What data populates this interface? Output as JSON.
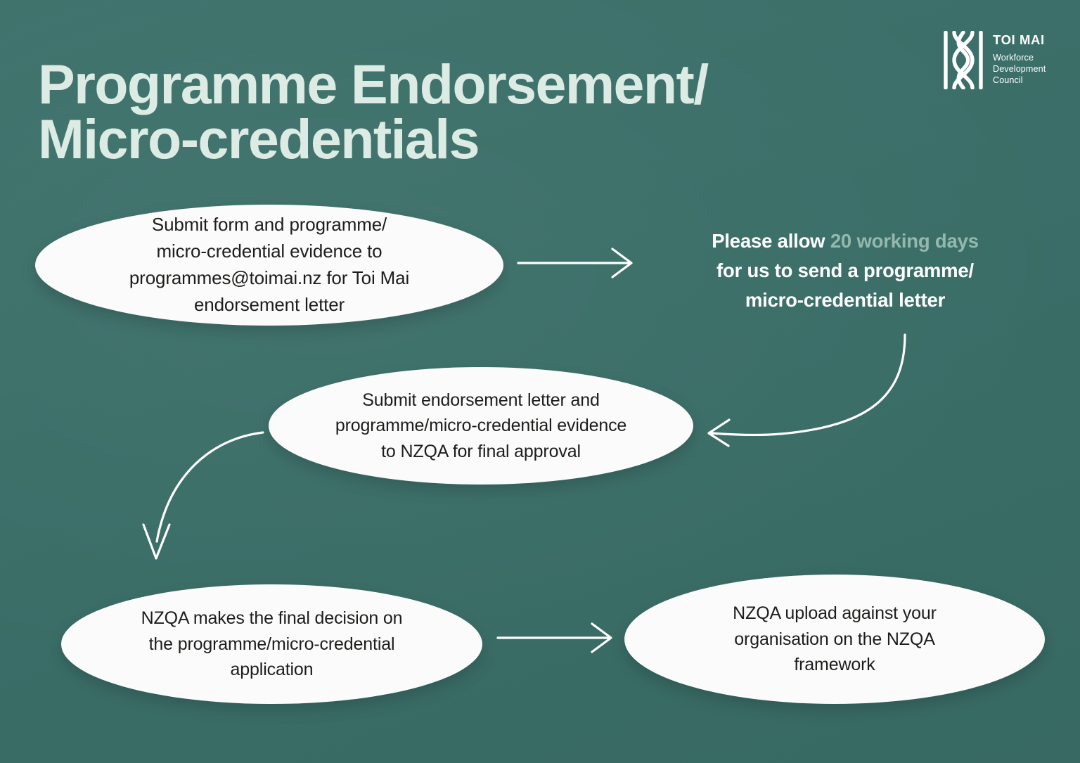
{
  "page": {
    "title": "Programme Endorsement/\nMicro-credentials",
    "background_color": "#3b6e68",
    "title_color": "#dcebe4"
  },
  "logo": {
    "mark_name": "toi-mai-woven-mark",
    "wordmark": "TOI MAI",
    "tagline": "Workforce\nDevelopment\nCouncil"
  },
  "flow": {
    "nodes": [
      {
        "id": "node-1",
        "text": "Submit form and programme/\nmicro-credential evidence to\nprogrammes@toimai.nz for Toi Mai\nendorsement letter"
      },
      {
        "id": "node-2",
        "text": "Submit endorsement letter and\nprogramme/micro-credential evidence\nto NZQA for final approval"
      },
      {
        "id": "node-3",
        "text": "NZQA makes the final decision on\nthe programme/micro-credential\napplication"
      },
      {
        "id": "node-4",
        "text": "NZQA upload against your\norganisation on the NZQA\nframework"
      }
    ],
    "connectors": [
      {
        "id": "connector-1",
        "name": "arrow-node1-to-note",
        "type": "straight-right"
      },
      {
        "id": "connector-2",
        "name": "arrow-note-to-node2",
        "type": "curved-down-left"
      },
      {
        "id": "connector-3",
        "name": "arrow-node2-to-node3",
        "type": "curved-down-left"
      },
      {
        "id": "connector-4",
        "name": "arrow-node3-to-node4",
        "type": "straight-right"
      }
    ]
  },
  "note": {
    "lead": "Please allow ",
    "highlight": "20 working days",
    "highlight_color": "#93b8ae",
    "rest": "\nfor us to send a programme/\nmicro-credential letter"
  }
}
